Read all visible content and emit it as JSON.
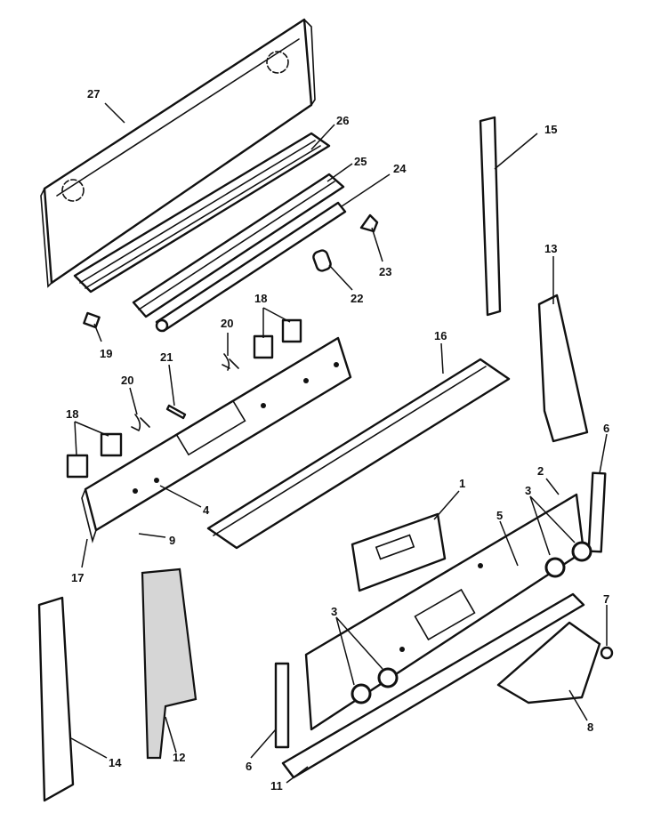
{
  "diagram": {
    "callouts": [
      "27",
      "26",
      "25",
      "24",
      "23",
      "22",
      "19",
      "18",
      "20",
      "21",
      "15",
      "13",
      "16",
      "6",
      "2",
      "1",
      "3",
      "5",
      "4",
      "9",
      "17",
      "14",
      "12",
      "11",
      "7",
      "8"
    ]
  }
}
